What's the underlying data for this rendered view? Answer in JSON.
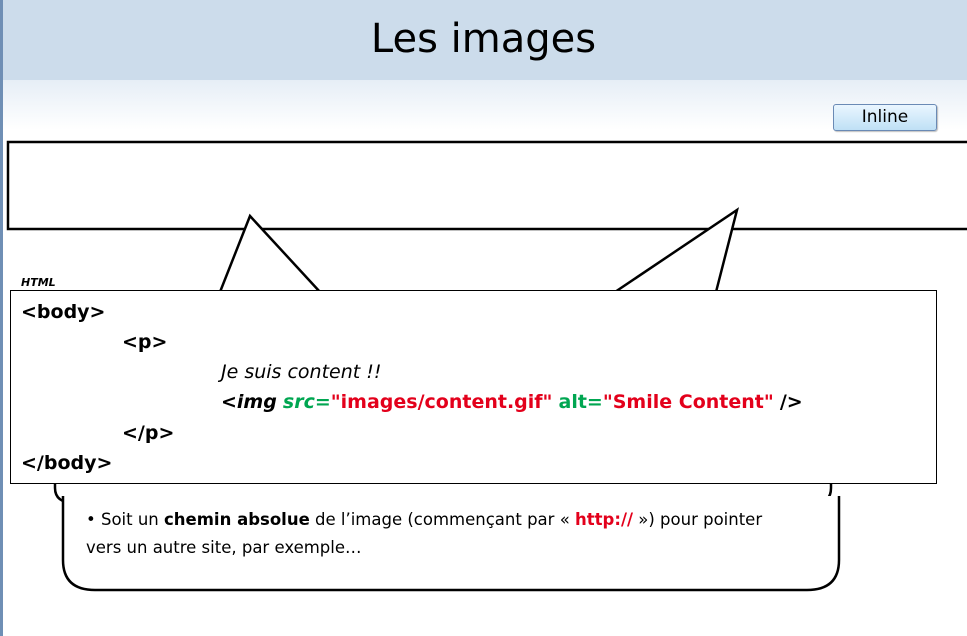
{
  "slide": {
    "title": "Les images"
  },
  "toolbar": {
    "inline_label": "Inline"
  },
  "code": {
    "caption": "HTML",
    "line1": "<body>",
    "line2": "<p>",
    "line3": "Je suis content !!",
    "img_open": "<img",
    "space": " ",
    "src_attr": "src=",
    "src_value": "\"images/content.gif\"",
    "alt_attr": "alt=",
    "alt_value": "\"Smile Content\"",
    "img_close": "/>",
    "line5": "</p>",
    "line6": "</body>"
  },
  "bullet": {
    "prefix": "• Soit un ",
    "bold": "chemin absolue",
    "middle": " de l’image (commençant par « ",
    "url": "http://",
    "suffix": " ») pour pointer",
    "line2": "vers un autre site, par exemple…"
  },
  "colors": {
    "title_band": "#ccdceb",
    "attribute_green": "#00a651",
    "value_red": "#e3001b",
    "button_border": "#6a8ab5"
  }
}
